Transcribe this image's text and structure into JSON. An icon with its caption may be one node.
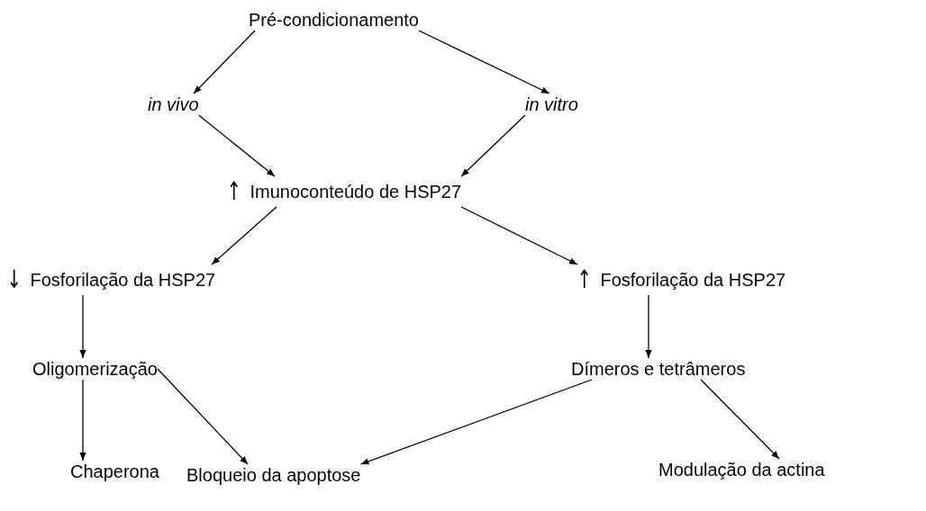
{
  "diagram": {
    "nodes": [
      {
        "text": [
          "Pré-condicionamento"
        ]
      },
      {
        "text": [
          "in vivo"
        ]
      },
      {
        "text": [
          "in vitro"
        ]
      },
      {
        "text": [
          "Imunoconteúdo de HSP27"
        ],
        "beside": [
          "↑"
        ]
      },
      {
        "text": [
          "Fosforilação da HSP27"
        ],
        "beside": [
          "↓"
        ]
      },
      {
        "text": [
          "Fosforilação da HSP27"
        ],
        "beside": [
          "↑"
        ]
      },
      {
        "text": [
          "Oligomerização"
        ]
      },
      {
        "text": [
          "Dímeros e tetrâmeros"
        ]
      },
      {
        "text": [
          "Chaperona"
        ]
      },
      {
        "text": [
          "Bloqueio da apoptose"
        ]
      },
      {
        "text": [
          "Modulação da actina"
        ]
      }
    ],
    "edges": [
      {
        "from": 0,
        "to": 1,
        "arrow": "to"
      },
      {
        "from": 0,
        "to": 2,
        "arrow": "to"
      },
      {
        "from": 1,
        "to": 3,
        "arrow": "to"
      },
      {
        "from": 2,
        "to": 3,
        "arrow": "to"
      },
      {
        "from": 3,
        "to": 4,
        "arrow": "to"
      },
      {
        "from": 3,
        "to": 5,
        "arrow": "to"
      },
      {
        "from": 4,
        "to": 6,
        "arrow": "to"
      },
      {
        "from": 5,
        "to": 7,
        "arrow": "to"
      },
      {
        "from": 6,
        "to": 8,
        "arrow": "to"
      },
      {
        "from": 6,
        "to": 9,
        "arrow": "to"
      },
      {
        "from": 7,
        "to": 9,
        "arrow": "to"
      },
      {
        "from": 7,
        "to": 10,
        "arrow": "to"
      }
    ]
  }
}
